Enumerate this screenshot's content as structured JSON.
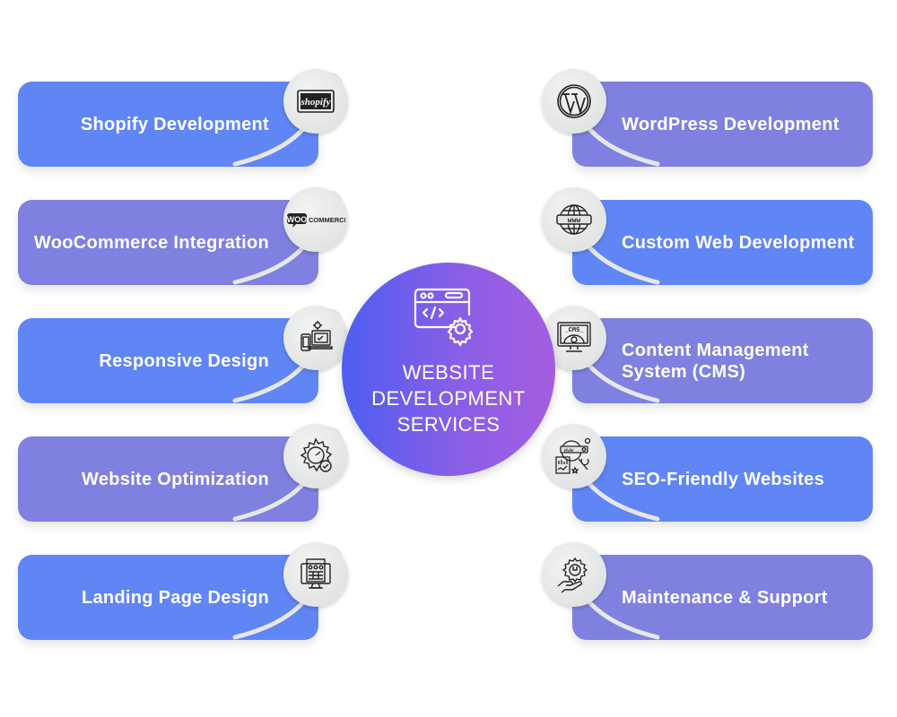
{
  "center": {
    "title_lines": [
      "WEBSITE",
      "DEVELOPMENT",
      "SERVICES"
    ],
    "icon": "web-code-gear-icon"
  },
  "colors": {
    "blue": "#6085f5",
    "purple": "#7f80df",
    "tag": "#e3e4e4",
    "center_start": "#4d5ef0",
    "center_end": "#a45ee0"
  },
  "services_left": [
    {
      "label": "Shopify Development",
      "icon": "shopify-logo-icon",
      "logo_text": "shopify"
    },
    {
      "label": "WooCommerce Integration",
      "icon": "woocommerce-logo-icon",
      "logo_text": "WOO COMMERCE"
    },
    {
      "label": "Responsive Design",
      "icon": "responsive-devices-icon"
    },
    {
      "label": "Website Optimization",
      "icon": "gear-speedometer-icon"
    },
    {
      "label": "Landing Page Design",
      "icon": "landing-page-monitor-icon"
    }
  ],
  "services_right": [
    {
      "label": "WordPress Development",
      "icon": "wordpress-logo-icon"
    },
    {
      "label": "Custom Web Development",
      "icon": "www-globe-icon",
      "logo_text": "www"
    },
    {
      "label": "Content Management System (CMS)",
      "icon": "cms-monitor-icon",
      "logo_text": "CMS"
    },
    {
      "label": "SEO-Friendly Websites",
      "icon": "seo-search-icon",
      "logo_text": "www"
    },
    {
      "label": "Maintenance & Support",
      "icon": "maintenance-hand-gear-icon"
    }
  ]
}
